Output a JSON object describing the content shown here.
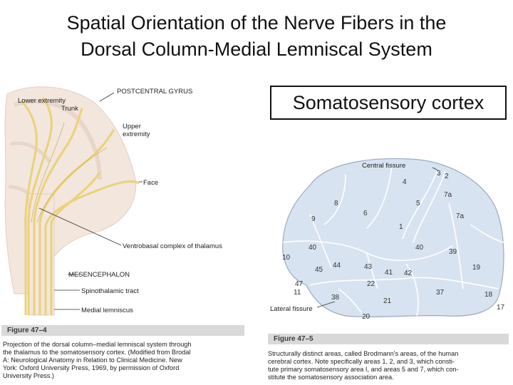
{
  "slide": {
    "title_line1": "Spatial Orientation of the Nerve Fibers in the",
    "title_line2": "Dorsal Column-Medial Lemniscal System",
    "callout": "Somatosensory cortex"
  },
  "left_figure": {
    "labels": {
      "postcentral_gyrus": "POSTCENTRAL GYRUS",
      "lower_extremity": "Lower extremity",
      "trunk": "Trunk",
      "upper_extremity_1": "Upper",
      "upper_extremity_2": "extremity",
      "face": "Face",
      "ventrobasal": "Ventrobasal complex of thalamus",
      "mesencephalon": "MESENCEPHALON",
      "spinothalamic": "Spinothalamic tract",
      "medial_lemniscus": "Medial lemniscus"
    },
    "figure_tag": "Figure 47–4",
    "caption_lines": [
      "Projection of the dorsal column–medial lemniscal system through",
      "the thalamus to the somatosensory cortex. (Modified from Brodal",
      "A: Neurological Anatomy in Relation to Clinical Medicine. New",
      "York: Oxford University Press, 1969, by permission of Oxford",
      "University Press.)"
    ]
  },
  "right_figure": {
    "labels": {
      "central_fissure": "Central fissure",
      "lateral_fissure": "Lateral fissure"
    },
    "areas": {
      "a3": "3",
      "a2": "2",
      "a4": "4",
      "a7a": "7a",
      "a8": "8",
      "a6": "6",
      "a5": "5",
      "a9": "9",
      "a7b": "7a",
      "a1": "1",
      "a40a": "40",
      "a40b": "40",
      "a39": "39",
      "a10": "10",
      "a44": "44",
      "a43": "43",
      "a45": "45",
      "a41": "41",
      "a42": "42",
      "a19": "19",
      "a47": "47",
      "a11": "11",
      "a22": "22",
      "a38": "38",
      "a21": "21",
      "a37": "37",
      "a18": "18",
      "a17": "17",
      "a20": "20"
    },
    "figure_tag": "Figure 47–5",
    "caption_lines": [
      "Structurally distinct areas, called Brodmann's areas, of the human",
      "cerebral cortex. Note specifically areas 1, 2, and 3, which consti-",
      "tute primary somatosensory area I, and areas 5 and 7, which con-",
      "stitute the somatosensory association area."
    ]
  },
  "colors": {
    "fiber": "#e9d27a",
    "fiber_dark": "#c9ad4c",
    "tissue": "#f3e6dd",
    "cortex": "#d8e3f1",
    "callout_border": "#111111"
  }
}
